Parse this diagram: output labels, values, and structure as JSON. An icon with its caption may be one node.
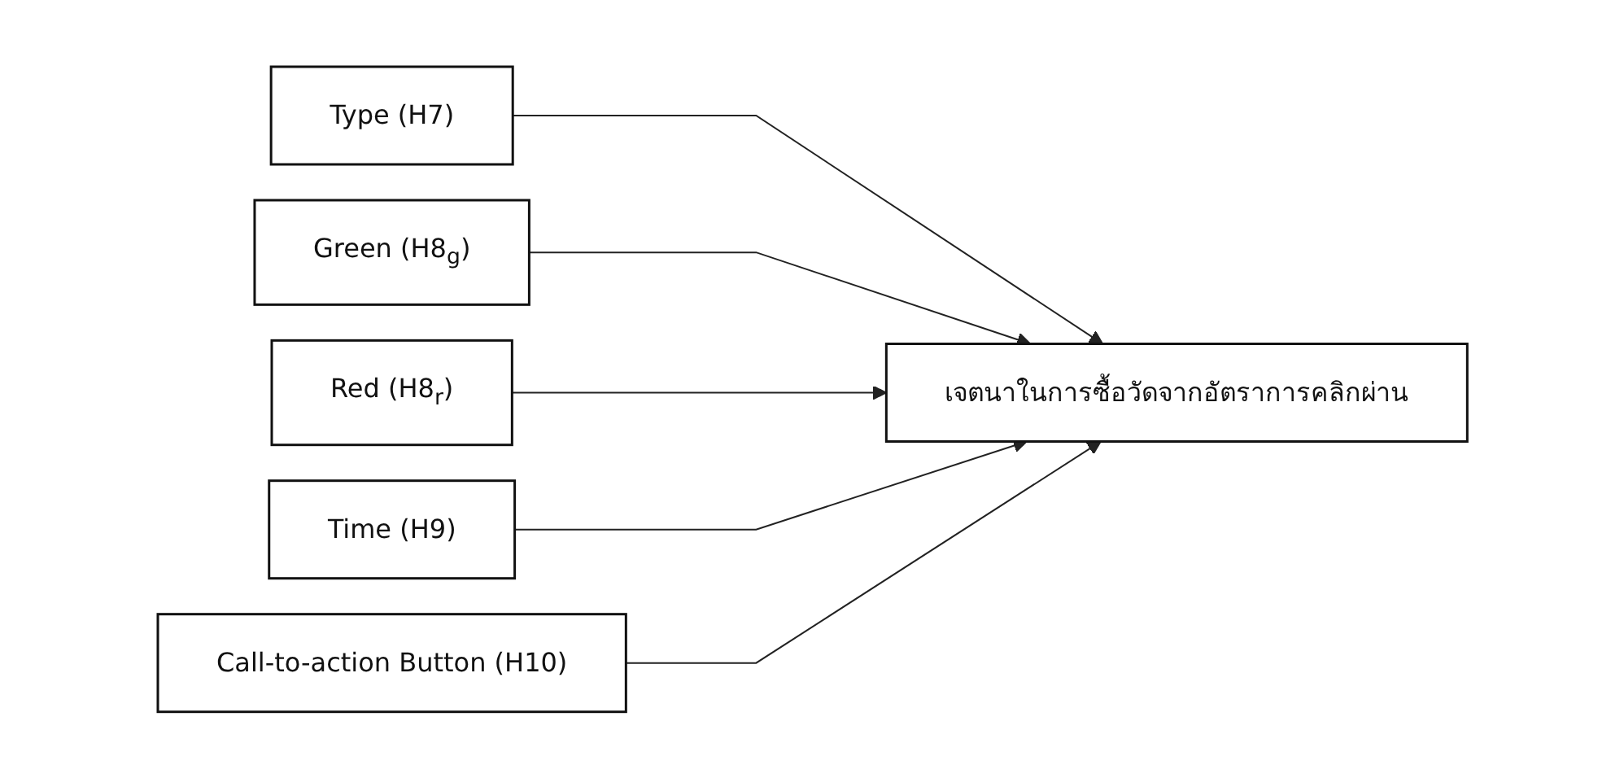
{
  "diagram": {
    "nodes": [
      {
        "text": [
          "Type (H7)"
        ]
      },
      {
        "text": [
          "Green (H8$_{g}$)"
        ]
      },
      {
        "text": [
          "Red (H8$_{r}$)"
        ]
      },
      {
        "text": [
          "Time (H9)"
        ]
      },
      {
        "text": [
          "Call-to-action Button (H10)"
        ]
      },
      {
        "text": [
          "เจตนาในการซื้อวัดจากอัตราการคลิกผ่าน"
        ]
      }
    ],
    "edges": [
      {
        "from": 0,
        "to": 5,
        "arrow": "to"
      },
      {
        "from": 1,
        "to": 5,
        "arrow": "to"
      },
      {
        "from": 2,
        "to": 5,
        "arrow": "to"
      },
      {
        "from": 3,
        "to": 5,
        "arrow": "to"
      },
      {
        "from": 4,
        "to": 5,
        "arrow": "to"
      }
    ]
  }
}
